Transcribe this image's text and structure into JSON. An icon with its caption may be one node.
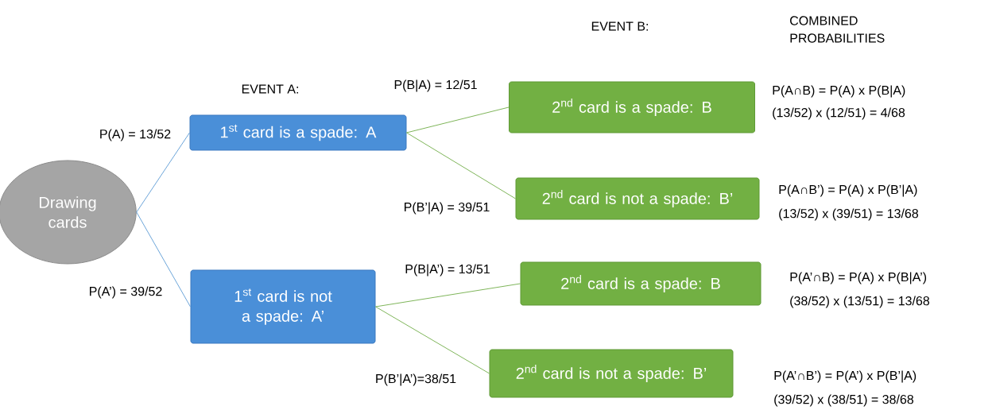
{
  "diagram": {
    "nodes": [
      {
        "text": [
          "Drawing cards"
        ]
      },
      {
        "text": [
          "1$^{st}$ card is a spade: A"
        ]
      },
      {
        "text": [
          "1$^{st}$ card is not a spade: A’"
        ]
      },
      {
        "text": [
          "2$^{nd}$ card is a spade: B"
        ]
      },
      {
        "text": [
          "2$^{nd}$ card is not a spade: B’"
        ]
      },
      {
        "text": [
          "2$^{nd}$ card is a spade: B"
        ]
      },
      {
        "text": [
          "2$^{nd}$ card is not a spade: B’"
        ]
      }
    ],
    "edges": [
      {
        "from": 0,
        "to": 1,
        "arrow": "none",
        "label": "P(A) = 13/52",
        "color": "#5b9bd5"
      },
      {
        "from": 0,
        "to": 2,
        "arrow": "none",
        "label": "P(A’) = 39/52",
        "color": "#5b9bd5"
      },
      {
        "from": 1,
        "to": 3,
        "arrow": "none",
        "label": "P(B|A) = 12/51"
      },
      {
        "from": 1,
        "to": 4,
        "arrow": "none",
        "label": "P(B’|A) = 39/51"
      },
      {
        "from": 2,
        "to": 5,
        "arrow": "none",
        "label": "P(B|A’) = 13/51"
      },
      {
        "from": 2,
        "to": 6,
        "arrow": "none",
        "label": "P(B’|A’)=38/51"
      }
    ],
    "labels": [
      "EVENT B:",
      "COMBINED PROBABILITIES",
      "EVENT A:",
      "P(A∩B) = P(A) x P(B|A)",
      "(13/52) x (12/51) = 4/68",
      "P(A∩B’) = P(A) x P(B’|A)",
      "(13/52) x (39/51) = 13/68",
      "P(A’∩B) = P(A) x P(B|A’)",
      "(38/52) x (13/51) = 13/68",
      "P(A’∩B’) = P(A’) x P(B’|A)",
      "(39/52) x (38/51) = 38/68"
    ]
  }
}
